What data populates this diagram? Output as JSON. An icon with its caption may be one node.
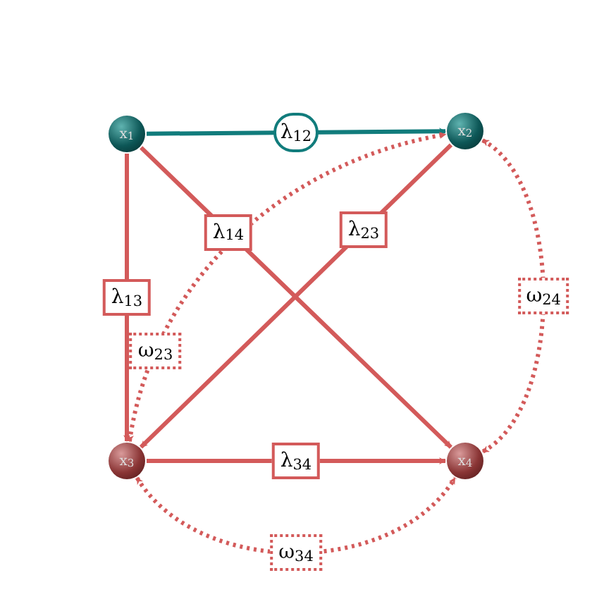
{
  "diagram": {
    "nodes": [
      {
        "text": [
          "x$_{1}$"
        ]
      },
      {
        "text": [
          "x$_{2}$"
        ]
      },
      {
        "text": [
          "x$_{3}$"
        ]
      },
      {
        "text": [
          "x$_{4}$"
        ]
      }
    ],
    "edges": [
      {
        "from": 0,
        "to": 1,
        "arrow": "to",
        "label": "λ$_{12}$",
        "color": "#117c7c"
      },
      {
        "from": 0,
        "to": 2,
        "arrow": "to",
        "label": "λ$_{13}$"
      },
      {
        "from": 0,
        "to": 3,
        "arrow": "to",
        "label": "λ$_{14}$"
      },
      {
        "from": 1,
        "to": 2,
        "arrow": "to",
        "label": "λ$_{23}$"
      },
      {
        "from": 2,
        "to": 3,
        "arrow": "to",
        "label": "λ$_{34}$"
      },
      {
        "from": 2,
        "to": 1,
        "arrow": "both",
        "label": "ω$_{23}$",
        "style": "dashed"
      },
      {
        "from": 1,
        "to": 3,
        "arrow": "both",
        "label": "ω$_{24}$",
        "style": "dashed"
      },
      {
        "from": 2,
        "to": 3,
        "arrow": "both",
        "label": "ω$_{34}$",
        "style": "dashed"
      }
    ]
  }
}
